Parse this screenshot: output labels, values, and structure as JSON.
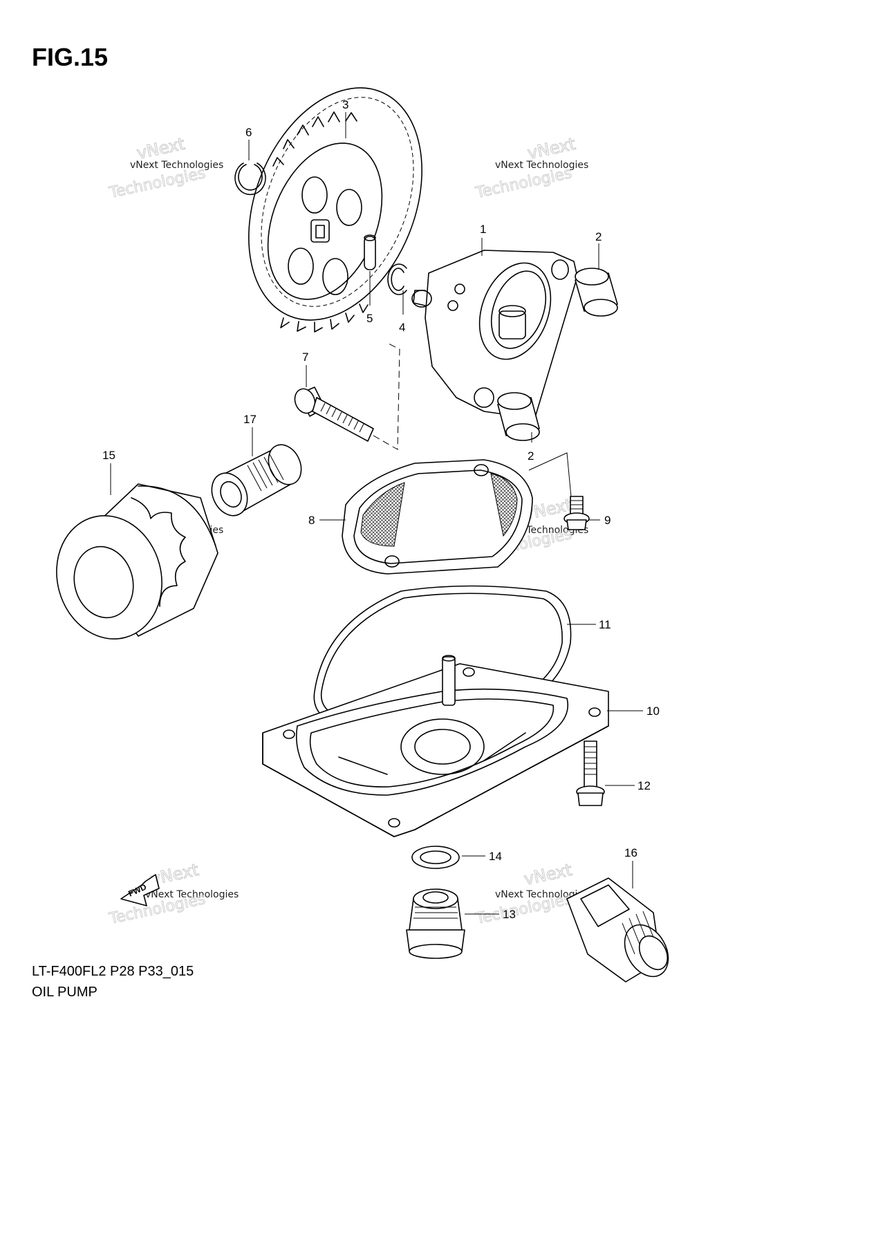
{
  "figure": {
    "title": "FIG.15"
  },
  "caption": {
    "model_code": "LT-F400FL2 P28 P33_015",
    "name": "OIL PUMP"
  },
  "watermark": {
    "line_small": "vNext Technologies",
    "line_outline_a": "vNext",
    "line_outline_b": "Technologies"
  },
  "callouts": [
    "1",
    "2",
    "2",
    "3",
    "4",
    "5",
    "6",
    "7",
    "8",
    "9",
    "10",
    "11",
    "12",
    "13",
    "14",
    "15",
    "16",
    "17"
  ],
  "fwd_label": "FWD"
}
